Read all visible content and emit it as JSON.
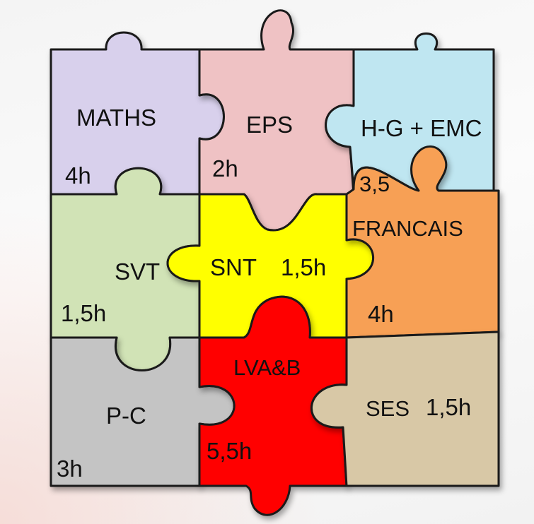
{
  "pieces": [
    {
      "id": "maths",
      "subject": "MATHS",
      "hours": "4h",
      "color": "#d8d0ec"
    },
    {
      "id": "eps",
      "subject": "EPS",
      "hours": "2h",
      "color": "#efc2c4"
    },
    {
      "id": "hg",
      "subject": "H-G + EMC",
      "hours": "3,5",
      "color": "#bfe6f1"
    },
    {
      "id": "svt",
      "subject": "SVT",
      "hours": "1,5h",
      "color": "#d1e3b6"
    },
    {
      "id": "snt",
      "subject": "SNT",
      "hours": "1,5h",
      "color": "#ffff00"
    },
    {
      "id": "francais",
      "subject": "FRANCAIS",
      "hours": "4h",
      "color": "#f7a055"
    },
    {
      "id": "pc",
      "subject": "P-C",
      "hours": "3h",
      "color": "#c4c4c4"
    },
    {
      "id": "lva",
      "subject": "LVA&B",
      "hours": "5,5h",
      "color": "#ff0000"
    },
    {
      "id": "ses",
      "subject": "SES",
      "hours": "1,5h",
      "color": "#d8c8a6"
    }
  ]
}
